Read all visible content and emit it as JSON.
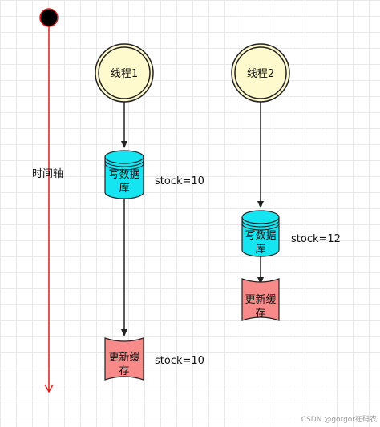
{
  "timeline": {
    "label": "时间轴",
    "color": "#e02020"
  },
  "thread1": {
    "label": "线程1",
    "write_db": [
      "写数据",
      "库"
    ],
    "write_stock": "stock=10",
    "update_cache": [
      "更新缓",
      "存"
    ],
    "cache_stock": "stock=10"
  },
  "thread2": {
    "label": "线程2",
    "write_db": [
      "写数据",
      "库"
    ],
    "write_stock": "stock=12",
    "update_cache": [
      "更新缓",
      "存"
    ]
  },
  "colors": {
    "thread_fill": "#fffacd",
    "db_fill": "#14e5f0",
    "cache_fill": "#f88a8a"
  },
  "watermark": "CSDN @gorgor在码农"
}
